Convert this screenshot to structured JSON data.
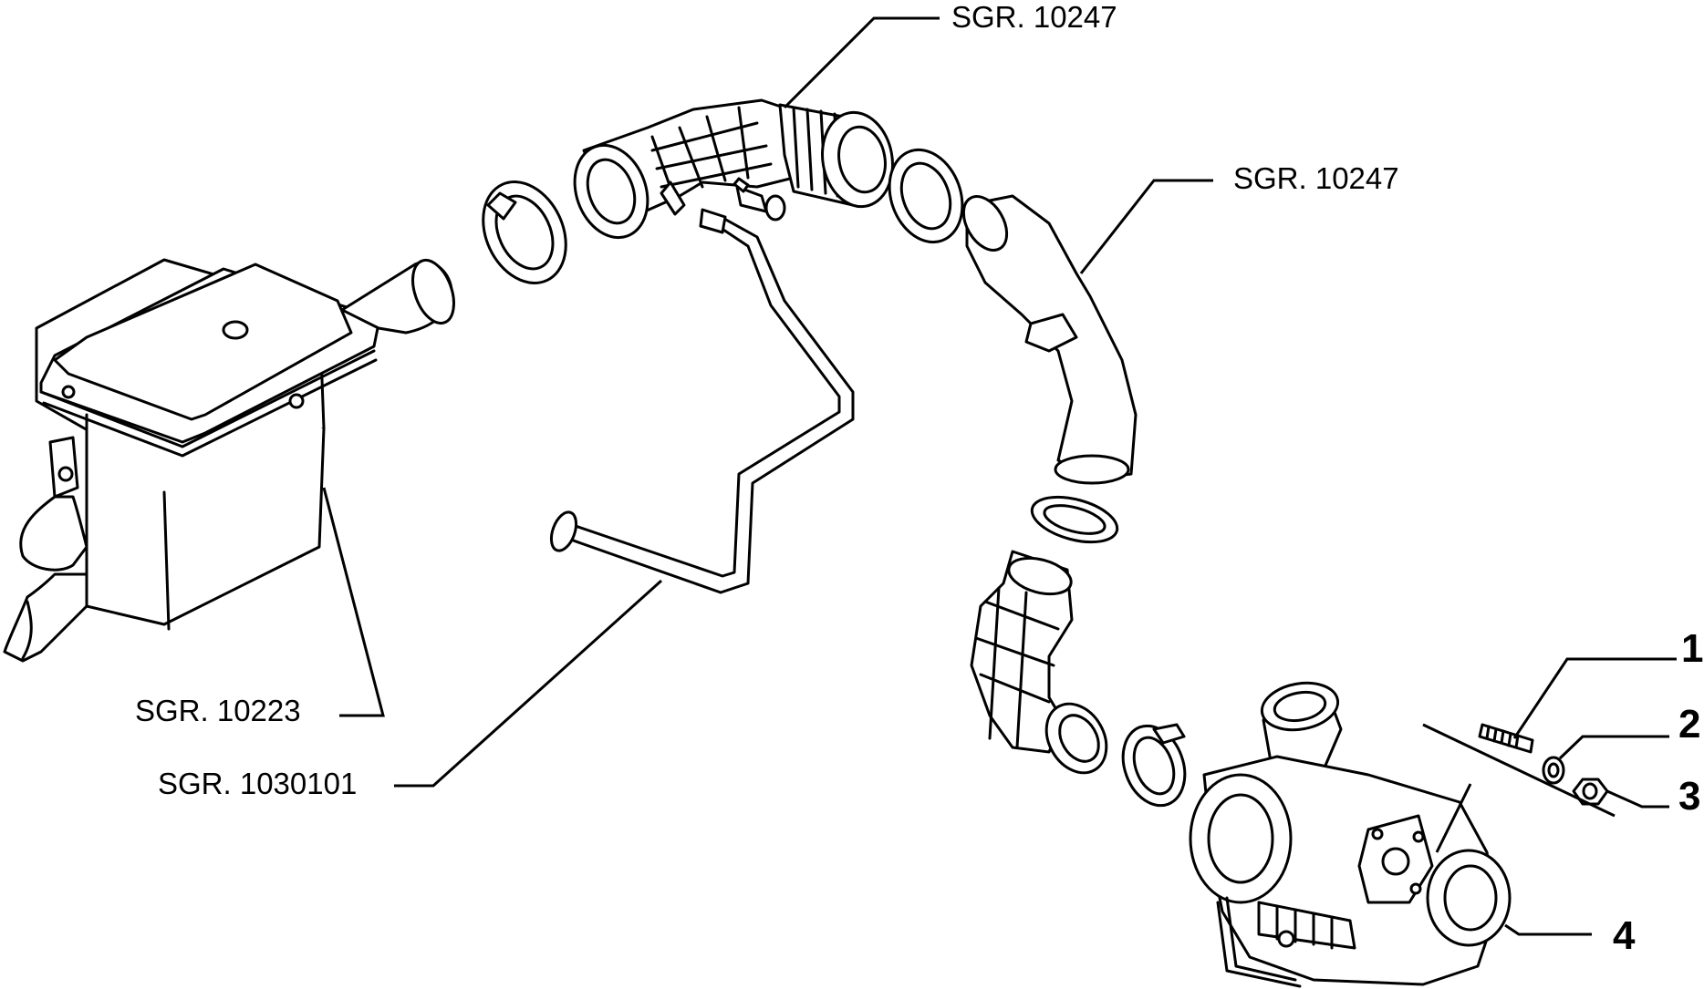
{
  "references": {
    "hose_top": "SGR. 10247",
    "hose_right": "SGR. 10247",
    "air_filter": "SGR. 10223",
    "breather_pipe": "SGR. 1030101"
  },
  "callouts": {
    "stud": "1",
    "washer": "2",
    "nut": "3",
    "turbocharger": "4"
  },
  "colors": {
    "line": "#000000",
    "background": "#ffffff"
  }
}
